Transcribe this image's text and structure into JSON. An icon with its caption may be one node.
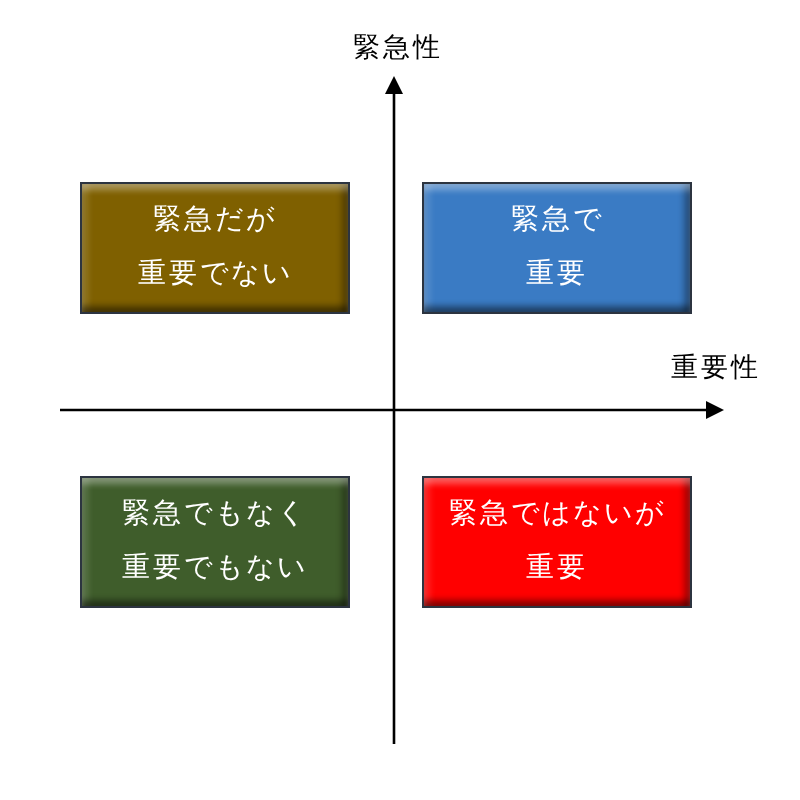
{
  "diagram": {
    "nodes": [
      {
        "text": [
          "緊急だが重要でない"
        ]
      },
      {
        "text": [
          "緊急で重要"
        ]
      },
      {
        "text": [
          "緊急でもなく重要でもない"
        ]
      },
      {
        "text": [
          "緊急ではないが重要"
        ]
      }
    ],
    "labels": [
      "緊急性",
      "重要性"
    ]
  }
}
